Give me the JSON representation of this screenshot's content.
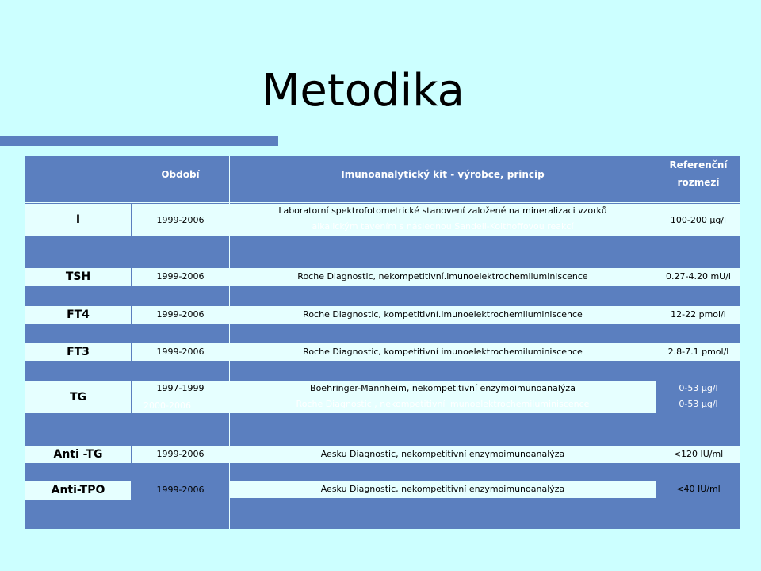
{
  "slide": {
    "title": "Metodika"
  },
  "colors": {
    "background": "#CCFFFF",
    "table_fill": "#5B7FBF",
    "row_band": "#E6FFFF",
    "header_text": "#FFFFFF"
  },
  "table": {
    "headers": {
      "period": "Období",
      "kit": "Imunoanalytický kit - výrobce, princip",
      "reference_line1": "Referenční",
      "reference_line2": "rozmezí"
    },
    "rows": [
      {
        "parameter": "I",
        "period": "1999-2006",
        "kit": "Laboratorní spektrofotometrické stanovení založené na mineralizaci vzorků",
        "kit_line2": "alkalickým tavením s následnou Sandell-Kolthoffovou reakcí",
        "reference": "100-200 µg/l"
      },
      {
        "parameter": "TSH",
        "period": "1999-2006",
        "kit": "Roche Diagnostic, nekompetitivní.imunoelektrochemiluminiscence",
        "reference": "0.27-4.20 mU/l"
      },
      {
        "parameter": "FT4",
        "period": "1999-2006",
        "kit": "Roche Diagnostic, kompetitivní.imunoelektrochemiluminiscence",
        "reference": "12-22 pmol/l"
      },
      {
        "parameter": "FT3",
        "period": "1999-2006",
        "kit": "Roche Diagnostic, kompetitivní imunoelektrochemiluminiscence",
        "reference": "2.8-7.1 pmol/l"
      },
      {
        "parameter": "TG",
        "period": "1997-1999",
        "period_line2": "2000-2006",
        "kit": "Boehringer-Mannheim, nekompetitivní enzymoimunoanalýza",
        "kit_line2": "Roche Diagnostic , nekompetitivní imunoelektrochemiluminiscence",
        "reference": "0-53 µg/l",
        "reference_line2": "0-53 µg/l"
      },
      {
        "parameter": "Anti -TG",
        "period": "1999-2006",
        "kit": "Aesku Diagnostic, nekompetitivní enzymoimunoanalýza",
        "reference": "<120 IU/ml"
      },
      {
        "parameter": "Anti-TPO",
        "period": "1999-2006",
        "kit": "Aesku Diagnostic, nekompetitivní enzymoimunoanalýza",
        "reference": "<40 IU/ml"
      }
    ]
  }
}
